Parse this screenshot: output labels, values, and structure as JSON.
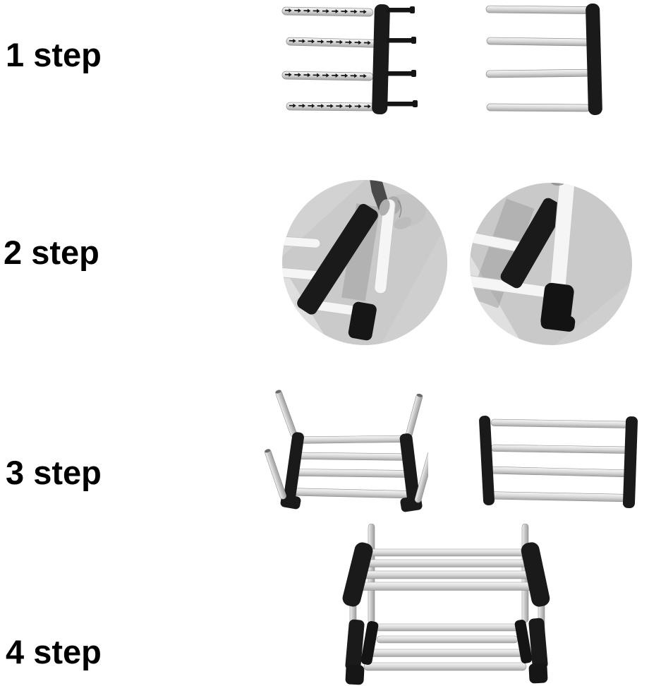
{
  "page": {
    "background": "#ffffff"
  },
  "steps": [
    {
      "label": "1 step",
      "figure": "side-panel-with-pegs-and-arrow-marked-tubes-exploded"
    },
    {
      "label": "2 step",
      "figure": "closeup-photos-inserting-leg-tube-into-corner-connector"
    },
    {
      "label": "3 step",
      "figure": "tier-frame-with-legs-attached-and-flat-tier-panel"
    },
    {
      "label": "4 step",
      "figure": "fully-assembled-two-tier-rack"
    }
  ],
  "colors": {
    "label_color": "#000000",
    "frame_black": "#1a1a1a",
    "tube_highlight": "#f6f6f6",
    "tube_mid": "#d8d8d8",
    "tube_shade": "#a6a6a6",
    "tube_stroke": "#8f8f8f",
    "photo_background": "#cacaca",
    "photo_shadow": "#9e9e9e",
    "white_tube": "#f5f5f5",
    "white_tube_stroke": "#c6c6c6"
  }
}
